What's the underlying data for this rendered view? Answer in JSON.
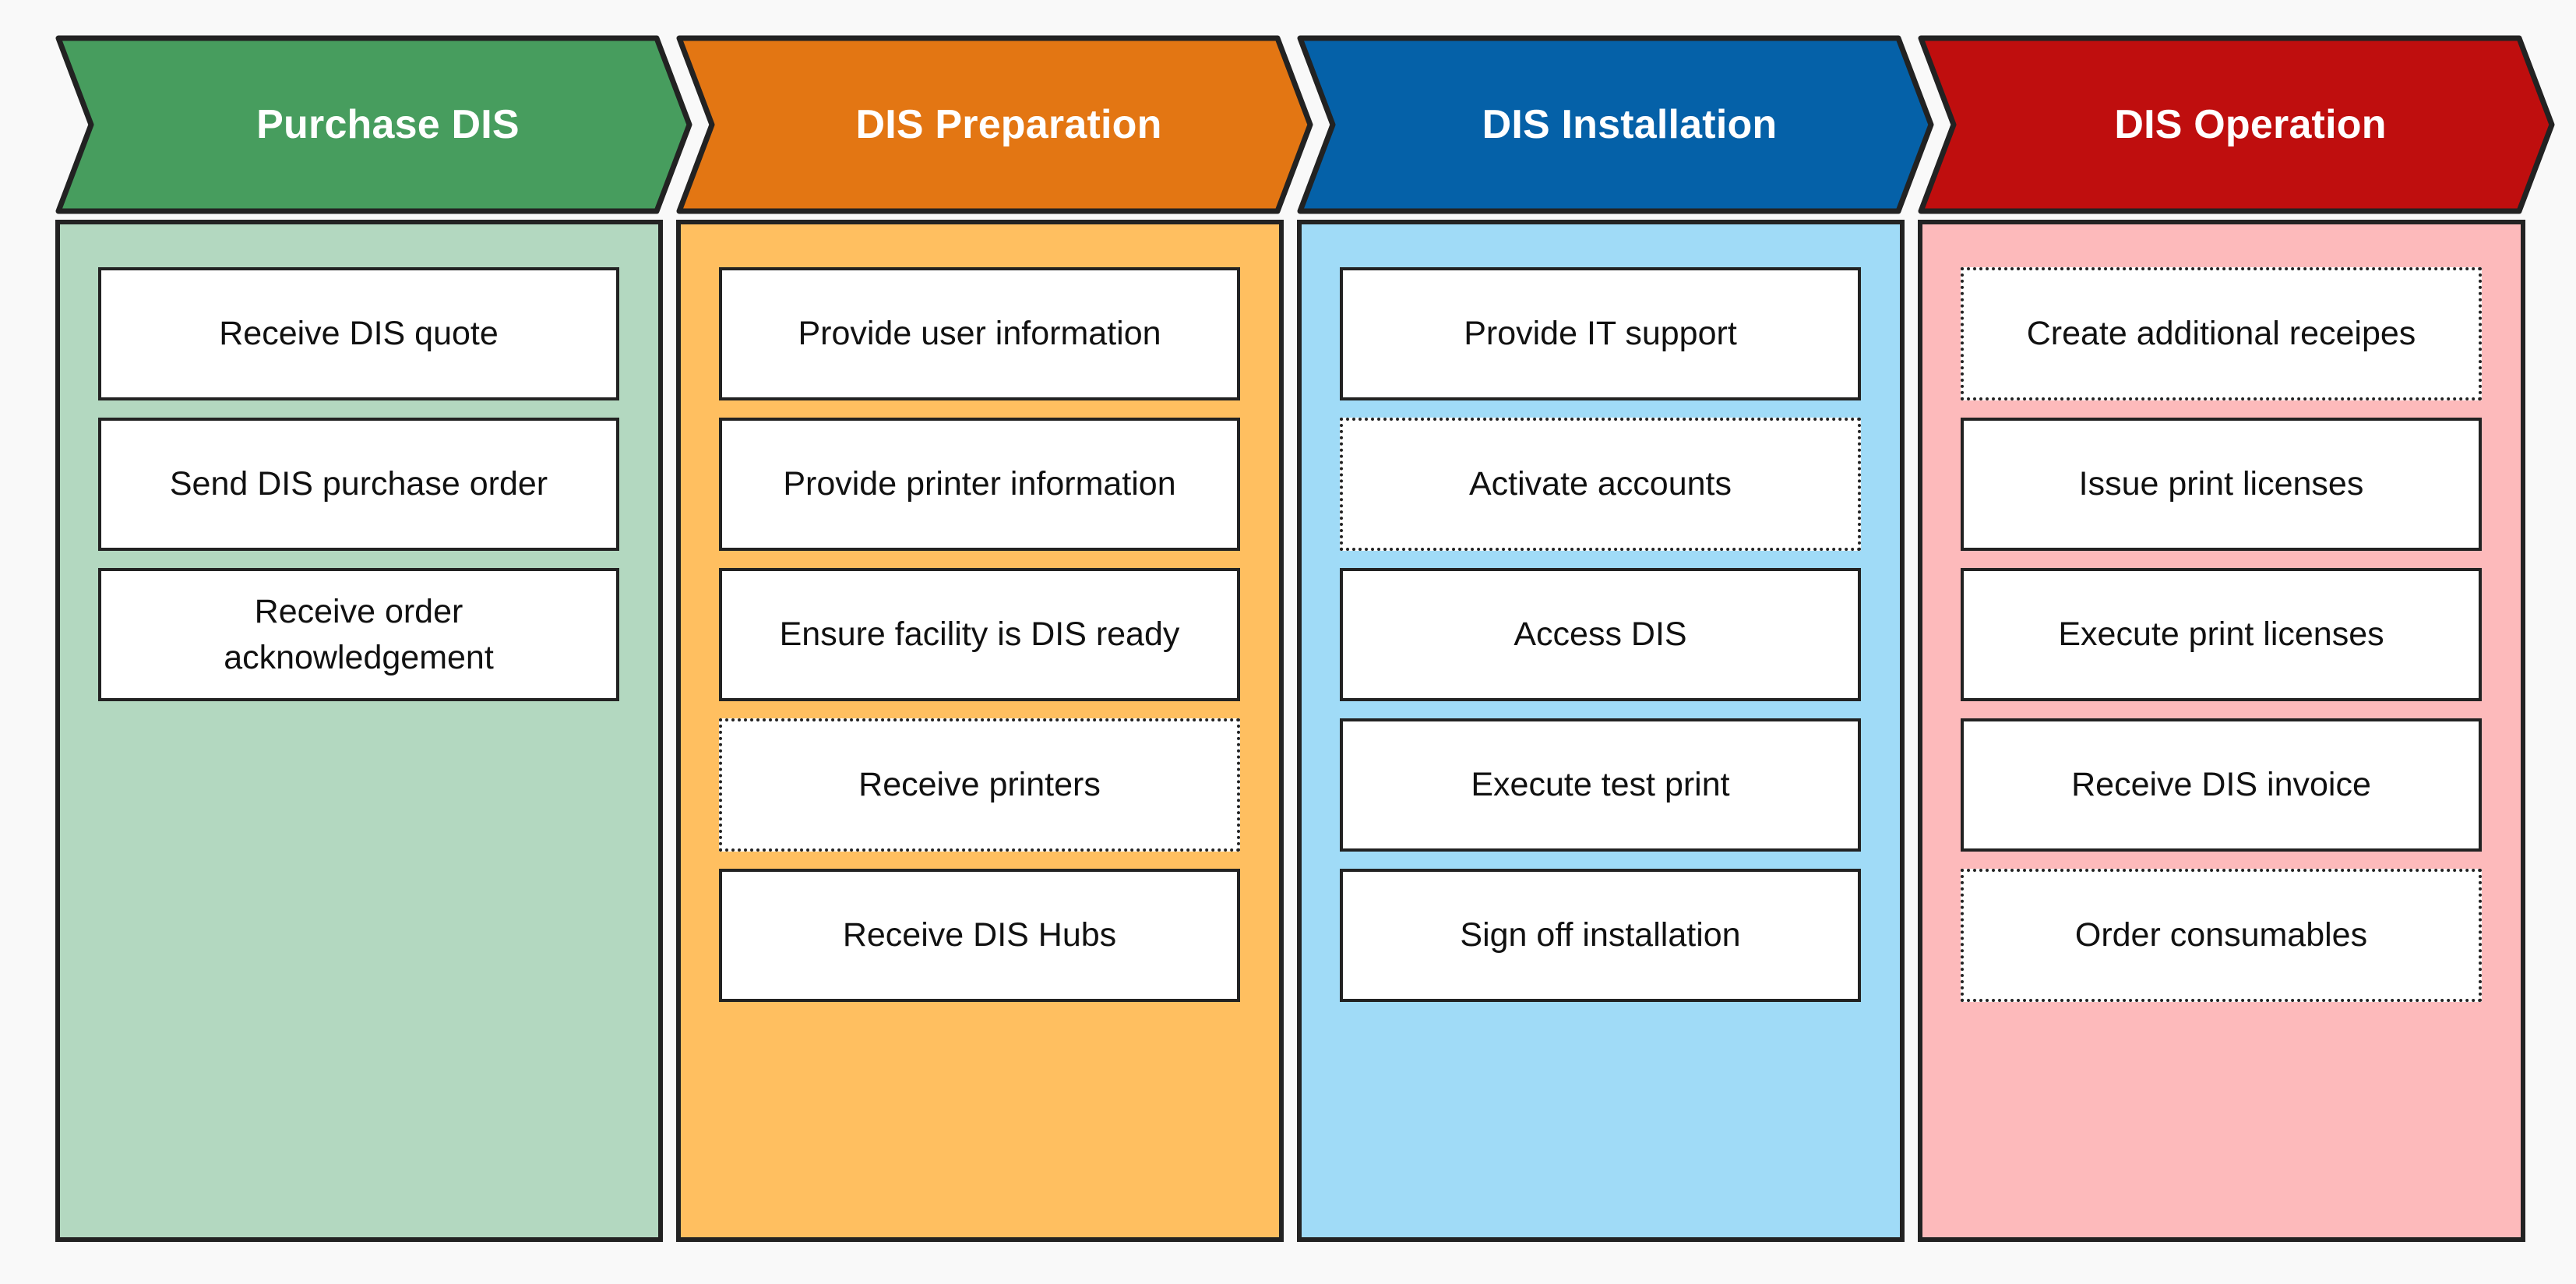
{
  "diagram": {
    "title": "DIS process phases",
    "phases": [
      {
        "title": "Purchase DIS",
        "header_color": "#479d5e",
        "panel_color": "#b3d8c0",
        "tasks": [
          {
            "label": "Receive DIS quote",
            "style": "solid"
          },
          {
            "label": "Send DIS purchase order",
            "style": "solid"
          },
          {
            "label": "Receive order acknowledgement",
            "style": "solid"
          }
        ]
      },
      {
        "title": "DIS Preparation",
        "header_color": "#e37613",
        "panel_color": "#ffbf60",
        "tasks": [
          {
            "label": "Provide user information",
            "style": "solid"
          },
          {
            "label": "Provide printer information",
            "style": "solid"
          },
          {
            "label": "Ensure facility is DIS ready",
            "style": "solid"
          },
          {
            "label": "Receive printers",
            "style": "dotted"
          },
          {
            "label": "Receive DIS Hubs",
            "style": "solid"
          }
        ]
      },
      {
        "title": "DIS Installation",
        "header_color": "#0561a8",
        "panel_color": "#a0dbf7",
        "tasks": [
          {
            "label": "Provide IT support",
            "style": "solid"
          },
          {
            "label": "Activate accounts",
            "style": "dotted"
          },
          {
            "label": "Access DIS",
            "style": "solid"
          },
          {
            "label": "Execute test print",
            "style": "solid"
          },
          {
            "label": "Sign off installation",
            "style": "solid"
          }
        ]
      },
      {
        "title": "DIS Operation",
        "header_color": "#bf0e0e",
        "panel_color": "#fdbabb",
        "tasks": [
          {
            "label": "Create additional receipes",
            "style": "dotted"
          },
          {
            "label": "Issue print licenses",
            "style": "solid"
          },
          {
            "label": "Execute print licenses",
            "style": "solid"
          },
          {
            "label": "Receive DIS invoice",
            "style": "solid"
          },
          {
            "label": "Order consumables",
            "style": "dotted"
          }
        ]
      }
    ]
  }
}
